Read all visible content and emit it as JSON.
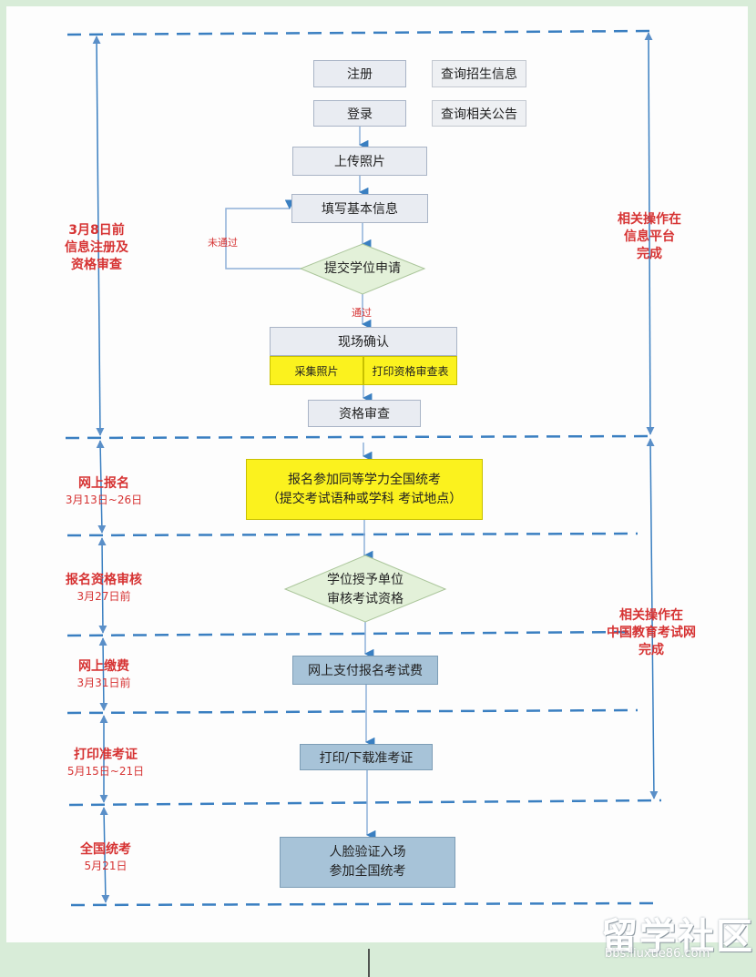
{
  "stages": [
    {
      "title_lines": [
        "3月8日前",
        "信息注册及",
        "资格审查"
      ],
      "date": ""
    },
    {
      "title_lines": [
        "网上报名"
      ],
      "date": "3月13日~26日"
    },
    {
      "title_lines": [
        "报名资格审核"
      ],
      "date": "3月27日前"
    },
    {
      "title_lines": [
        "网上缴费"
      ],
      "date": "3月31日前"
    },
    {
      "title_lines": [
        "打印准考证"
      ],
      "date": "5月15日~21日"
    },
    {
      "title_lines": [
        "全国统考"
      ],
      "date": "5月21日"
    }
  ],
  "right_notes": [
    {
      "lines": [
        "相关操作在",
        "信息平台",
        "完成"
      ]
    },
    {
      "lines": [
        "相关操作在",
        "中国教育考试网",
        "完成"
      ]
    }
  ],
  "nodes": {
    "register": "注册",
    "query_info": "查询招生信息",
    "login": "登录",
    "query_notice": "查询相关公告",
    "upload_photo": "上传照片",
    "fill_info": "填写基本信息",
    "submit_degree": "提交学位申请",
    "site_confirm": "现场确认",
    "collect_photo": "采集照片",
    "print_form": "打印资格审查表",
    "qual_review": "资格审查",
    "signup": [
      "报名参加同等学力全国统考",
      "（提交考试语种或学科 考试地点）"
    ],
    "unit_review": [
      "学位授予单位",
      "审核考试资格"
    ],
    "pay_fee": "网上支付报名考试费",
    "print_ticket": "打印/下载准考证",
    "face_verify": [
      "人脸验证入场",
      "参加全国统考"
    ]
  },
  "branch_labels": {
    "fail": "未通过",
    "pass": "通过"
  },
  "watermark": {
    "brand": "留学社区",
    "url": "bbs.liuxue86.com"
  },
  "colors": {
    "dash_blue": "#3a7fc1",
    "stage_red": "#d63333",
    "box_yellow": "#fbf21e",
    "box_blue": "#a7c3d8",
    "diamond_green": "#e3f1d9",
    "page_green": "#d8ecd8"
  }
}
